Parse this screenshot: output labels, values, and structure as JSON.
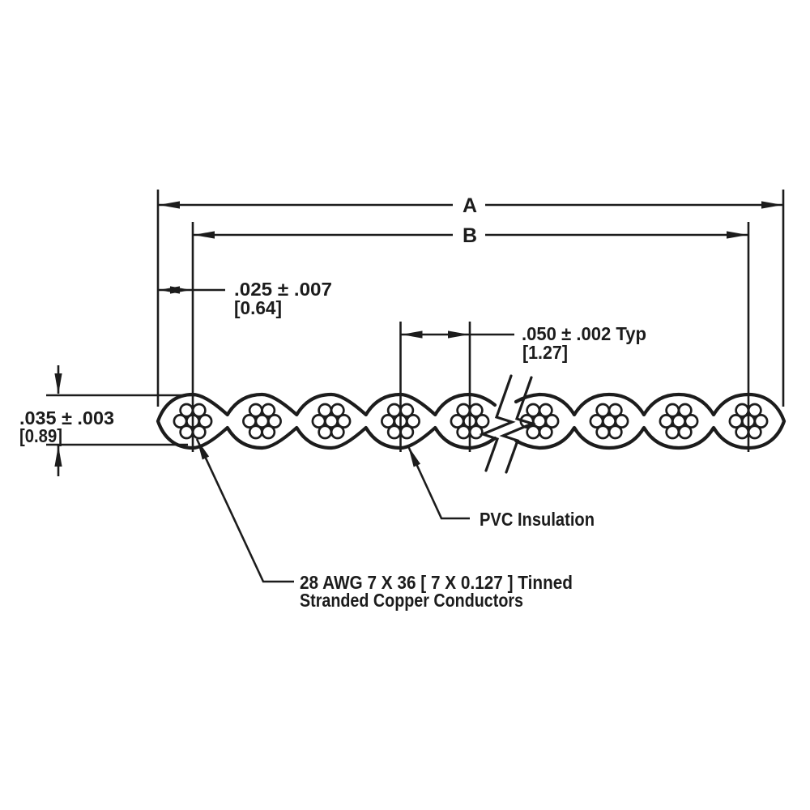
{
  "colors": {
    "ink": "#1c1c1c",
    "paper": "#ffffff"
  },
  "dim_a": {
    "label": "A"
  },
  "dim_b": {
    "label": "B"
  },
  "dim_edge_margin": {
    "inches": ".025 ± .007",
    "mm": "[0.64]"
  },
  "dim_pitch": {
    "inches": ".050 ± .002 Typ",
    "mm": "[1.27]"
  },
  "dim_thickness": {
    "inches": ".035 ± .003",
    "mm": "[0.89]"
  },
  "callout_insulation": {
    "label": "PVC Insulation"
  },
  "callout_conductor": {
    "line1": "28 AWG 7 X 36 [ 7 X 0.127 ] Tinned",
    "line2": "Stranded Copper Conductors"
  }
}
